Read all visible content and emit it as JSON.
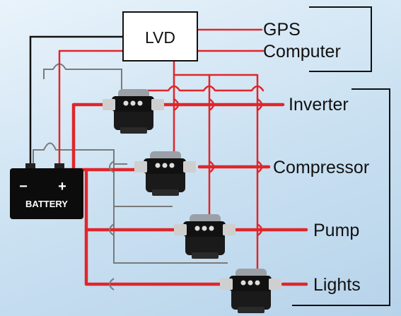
{
  "controller": {
    "label": "LVD"
  },
  "battery": {
    "label": "BATTERY",
    "minus": "−",
    "plus": "+"
  },
  "top_loads": [
    {
      "label": "GPS"
    },
    {
      "label": "Computer"
    }
  ],
  "switched_loads": [
    {
      "label": "Inverter"
    },
    {
      "label": "Compressor"
    },
    {
      "label": "Pump"
    },
    {
      "label": "Lights"
    }
  ],
  "colors": {
    "positive_wire": "#e0262a",
    "negative_wire": "#111111",
    "control_wire": "#777777",
    "solenoid_body": "#151515",
    "terminal": "#cfcfcf"
  }
}
